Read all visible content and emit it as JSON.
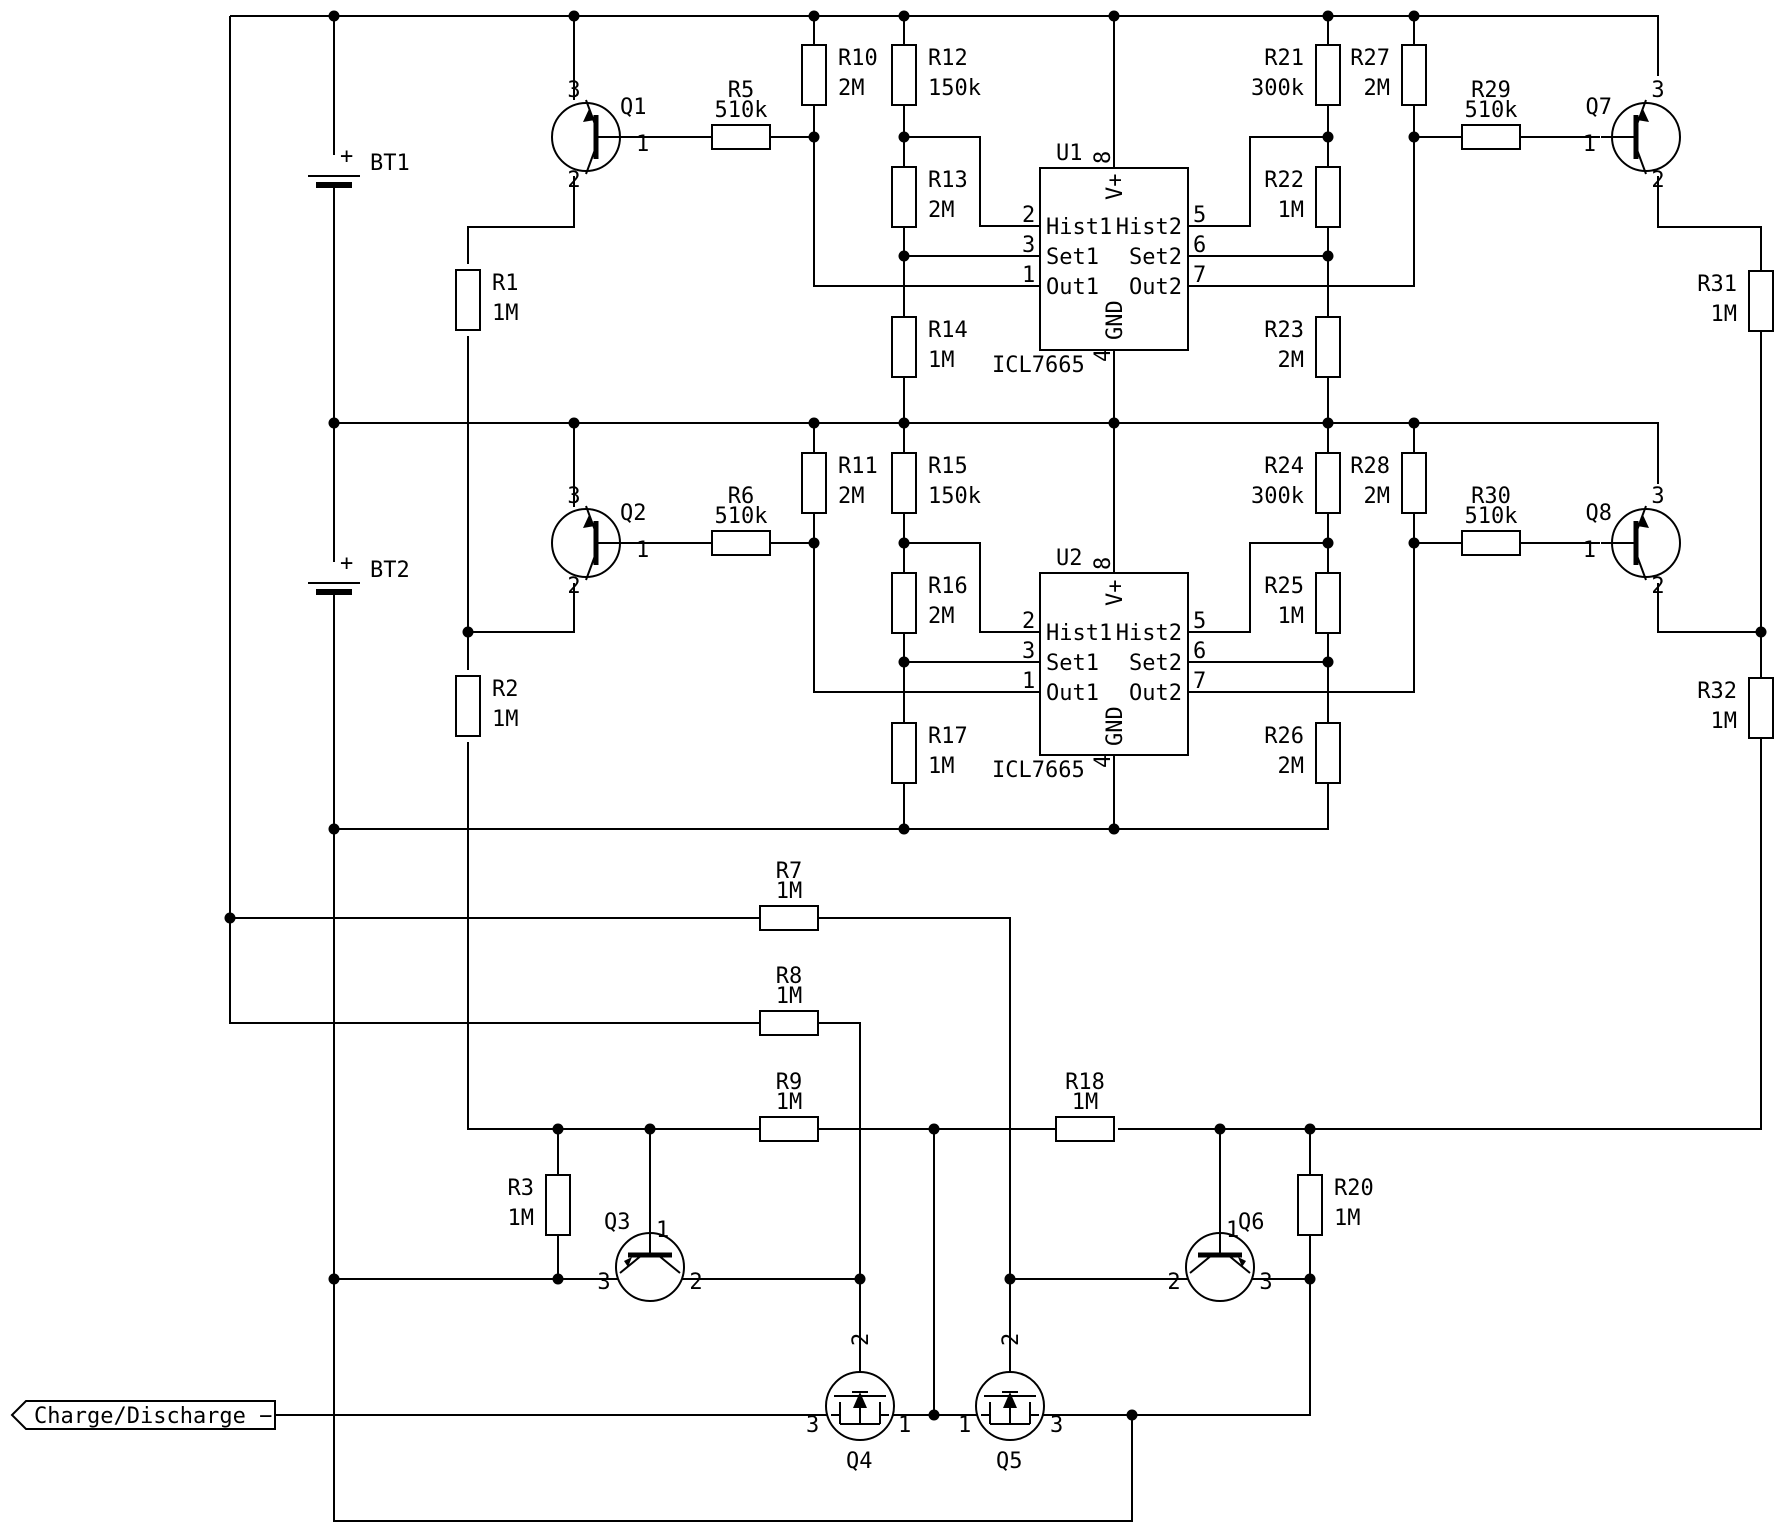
{
  "components": {
    "BT1": {
      "ref": "BT1"
    },
    "BT2": {
      "ref": "BT2"
    },
    "R1": {
      "ref": "R1",
      "value": "1M"
    },
    "R2": {
      "ref": "R2",
      "value": "1M"
    },
    "R3": {
      "ref": "R3",
      "value": "1M"
    },
    "R5": {
      "ref": "R5",
      "value": "510k"
    },
    "R6": {
      "ref": "R6",
      "value": "510k"
    },
    "R7": {
      "ref": "R7",
      "value": "1M"
    },
    "R8": {
      "ref": "R8",
      "value": "1M"
    },
    "R9": {
      "ref": "R9",
      "value": "1M"
    },
    "R10": {
      "ref": "R10",
      "value": "2M"
    },
    "R11": {
      "ref": "R11",
      "value": "2M"
    },
    "R12": {
      "ref": "R12",
      "value": "150k"
    },
    "R13": {
      "ref": "R13",
      "value": "2M"
    },
    "R14": {
      "ref": "R14",
      "value": "1M"
    },
    "R15": {
      "ref": "R15",
      "value": "150k"
    },
    "R16": {
      "ref": "R16",
      "value": "2M"
    },
    "R17": {
      "ref": "R17",
      "value": "1M"
    },
    "R18": {
      "ref": "R18",
      "value": "1M"
    },
    "R20": {
      "ref": "R20",
      "value": "1M"
    },
    "R21": {
      "ref": "R21",
      "value": "300k"
    },
    "R22": {
      "ref": "R22",
      "value": "1M"
    },
    "R23": {
      "ref": "R23",
      "value": "2M"
    },
    "R24": {
      "ref": "R24",
      "value": "300k"
    },
    "R25": {
      "ref": "R25",
      "value": "1M"
    },
    "R26": {
      "ref": "R26",
      "value": "2M"
    },
    "R27": {
      "ref": "R27",
      "value": "2M"
    },
    "R28": {
      "ref": "R28",
      "value": "2M"
    },
    "R29": {
      "ref": "R29",
      "value": "510k"
    },
    "R30": {
      "ref": "R30",
      "value": "510k"
    },
    "R31": {
      "ref": "R31",
      "value": "1M"
    },
    "R32": {
      "ref": "R32",
      "value": "1M"
    },
    "Q1": {
      "ref": "Q1"
    },
    "Q2": {
      "ref": "Q2"
    },
    "Q3": {
      "ref": "Q3"
    },
    "Q4": {
      "ref": "Q4"
    },
    "Q5": {
      "ref": "Q5"
    },
    "Q6": {
      "ref": "Q6"
    },
    "Q7": {
      "ref": "Q7"
    },
    "Q8": {
      "ref": "Q8"
    },
    "U1": {
      "ref": "U1",
      "part": "ICL7665"
    },
    "U2": {
      "ref": "U2",
      "part": "ICL7665"
    }
  },
  "ic_pins": {
    "left": [
      {
        "num": "2",
        "name": "Hist1"
      },
      {
        "num": "3",
        "name": "Set1"
      },
      {
        "num": "1",
        "name": "Out1"
      }
    ],
    "right": [
      {
        "num": "5",
        "name": "Hist2"
      },
      {
        "num": "6",
        "name": "Set2"
      },
      {
        "num": "7",
        "name": "Out2"
      }
    ],
    "top": {
      "num": "8",
      "name": "V+"
    },
    "bottom": {
      "num": "4",
      "name": "GND"
    }
  },
  "pin_numbers": {
    "one": "1",
    "two": "2",
    "three": "3"
  },
  "battery_plus": "+",
  "port": {
    "label": "Charge/Discharge −"
  }
}
